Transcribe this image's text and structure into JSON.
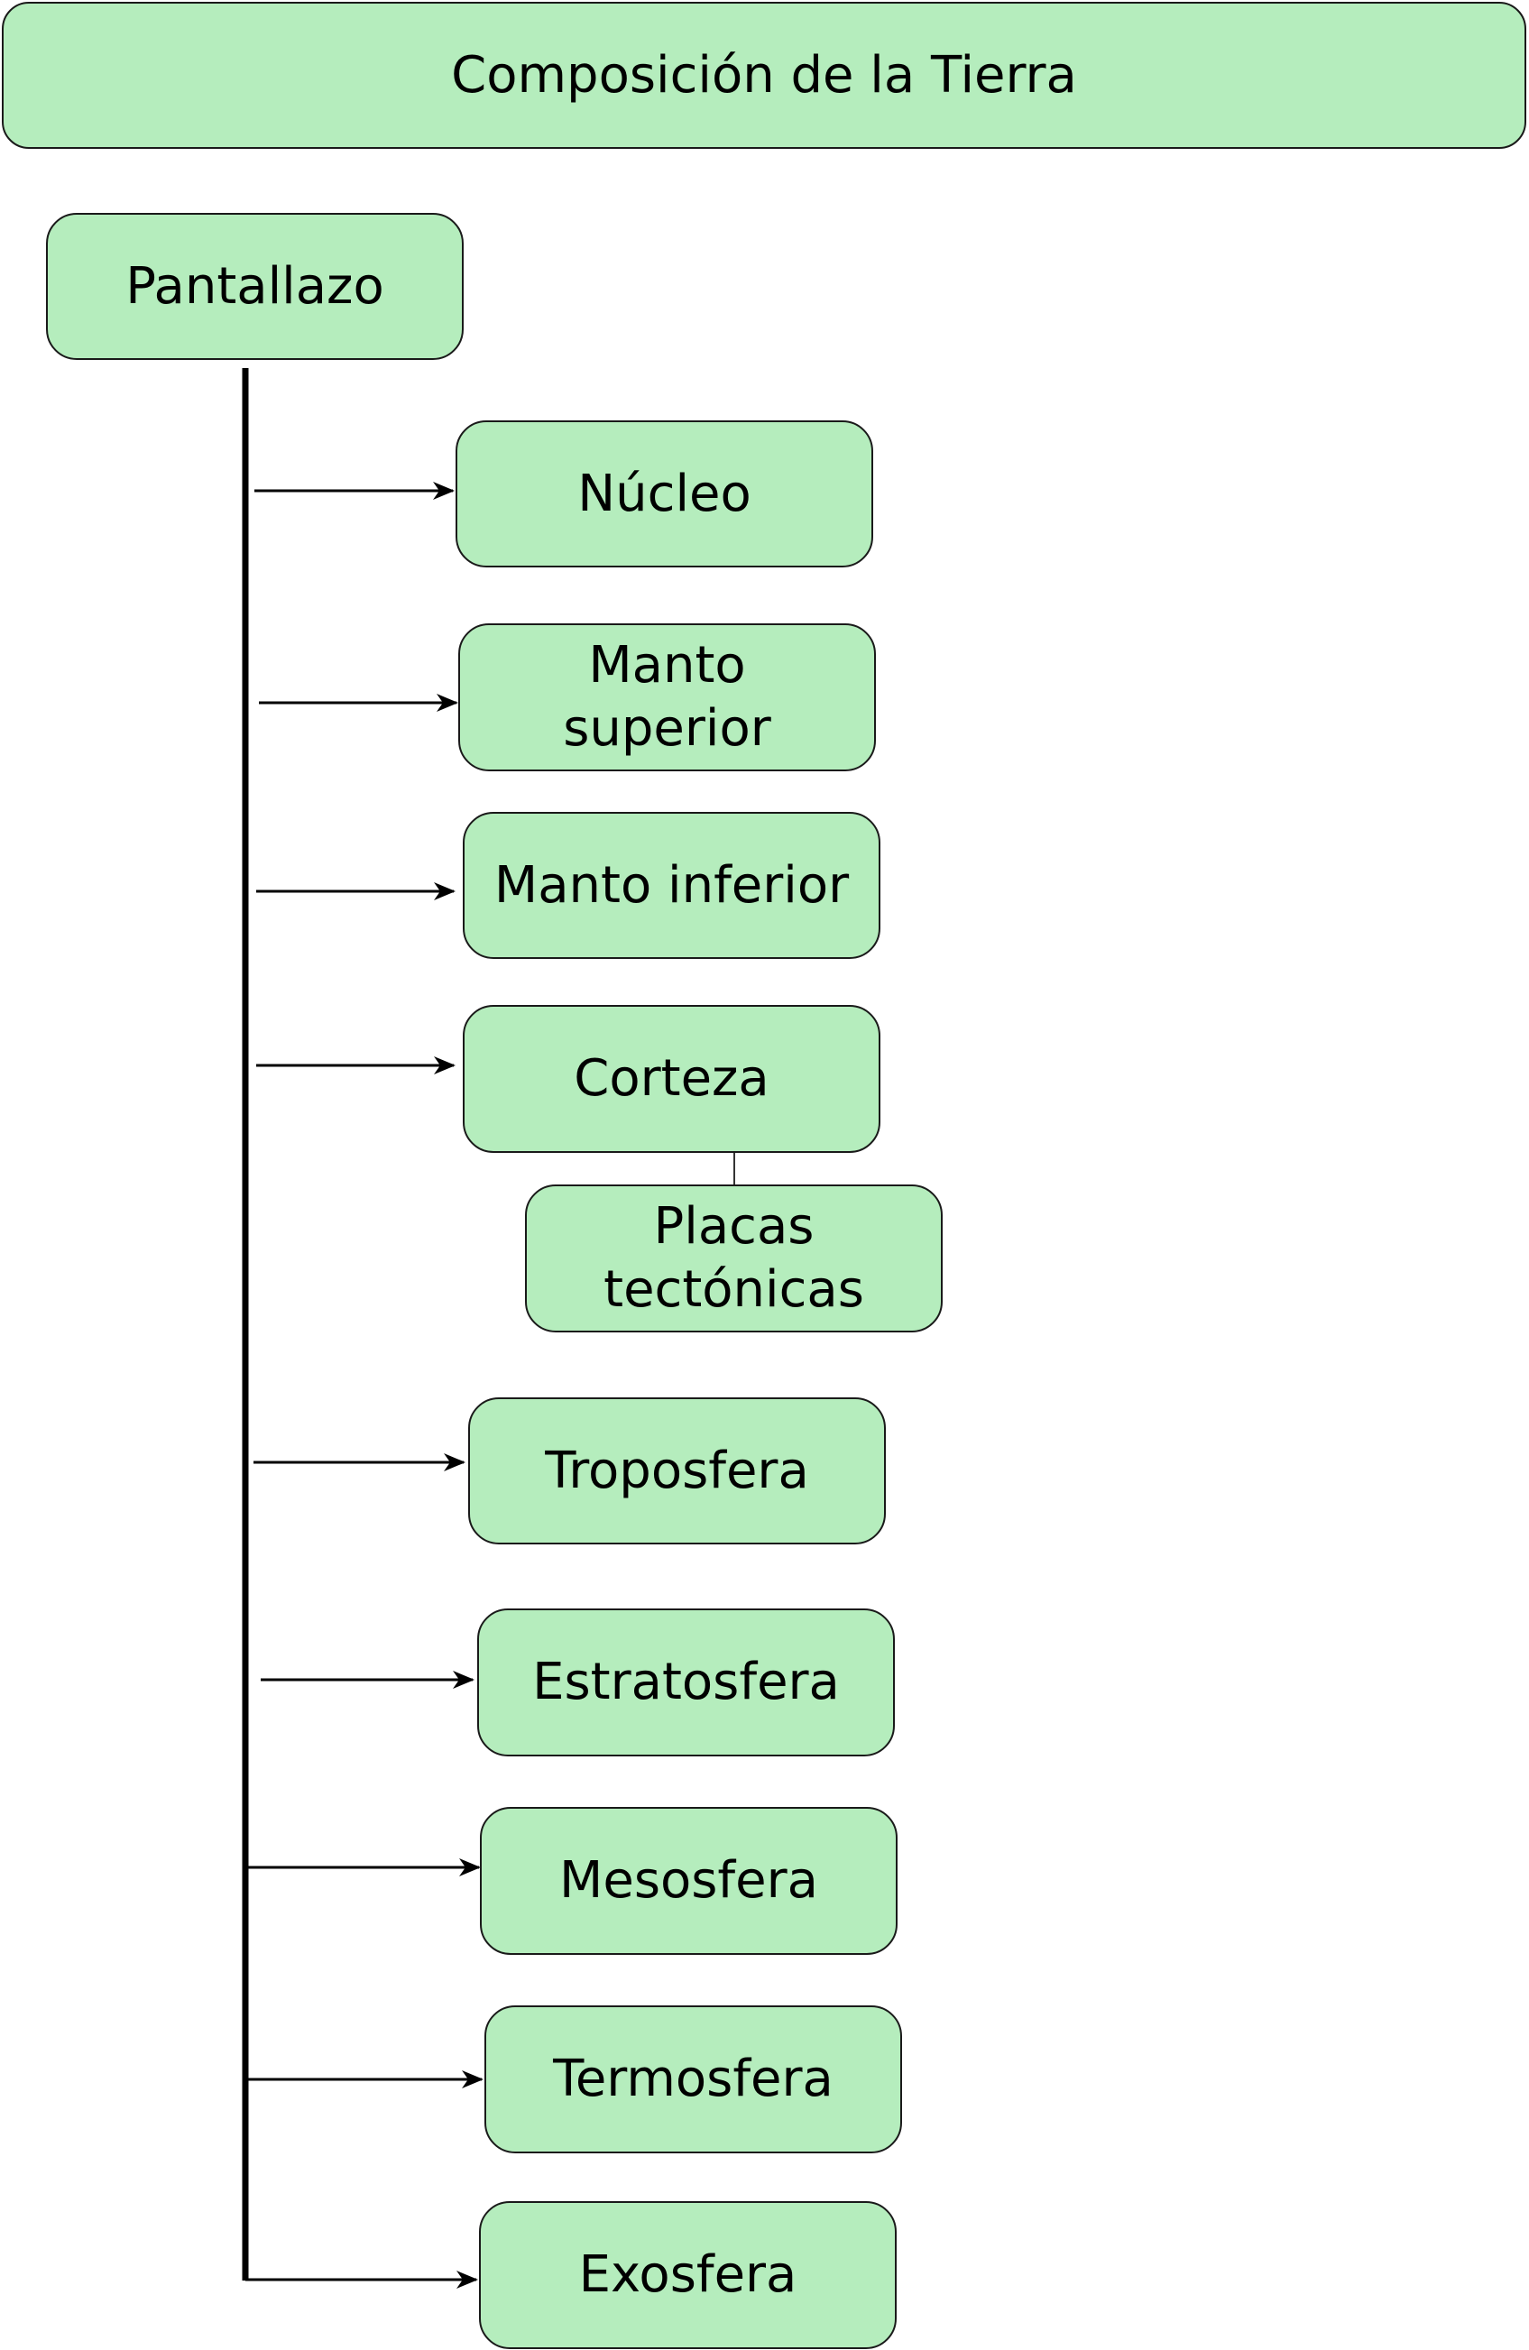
{
  "diagram": {
    "title": "Composición de la Tierra",
    "root": "Pantallazo",
    "children": [
      {
        "id": "nucleo",
        "label": "Núcleo"
      },
      {
        "id": "manto-superior",
        "label": "Manto\nsuperior"
      },
      {
        "id": "manto-inferior",
        "label": "Manto inferior"
      },
      {
        "id": "corteza",
        "label": "Corteza"
      },
      {
        "id": "placas-tectonicas",
        "label": "Placas\ntectónicas",
        "parent": "corteza"
      },
      {
        "id": "troposfera",
        "label": "Troposfera"
      },
      {
        "id": "estratosfera",
        "label": "Estratosfera"
      },
      {
        "id": "mesosfera",
        "label": "Mesosfera"
      },
      {
        "id": "termosfera",
        "label": "Termosfera"
      },
      {
        "id": "exosfera",
        "label": "Exosfera"
      }
    ],
    "colors": {
      "node_fill": "#b5edbd",
      "node_border": "#1a1a1a",
      "line": "#000000"
    }
  }
}
